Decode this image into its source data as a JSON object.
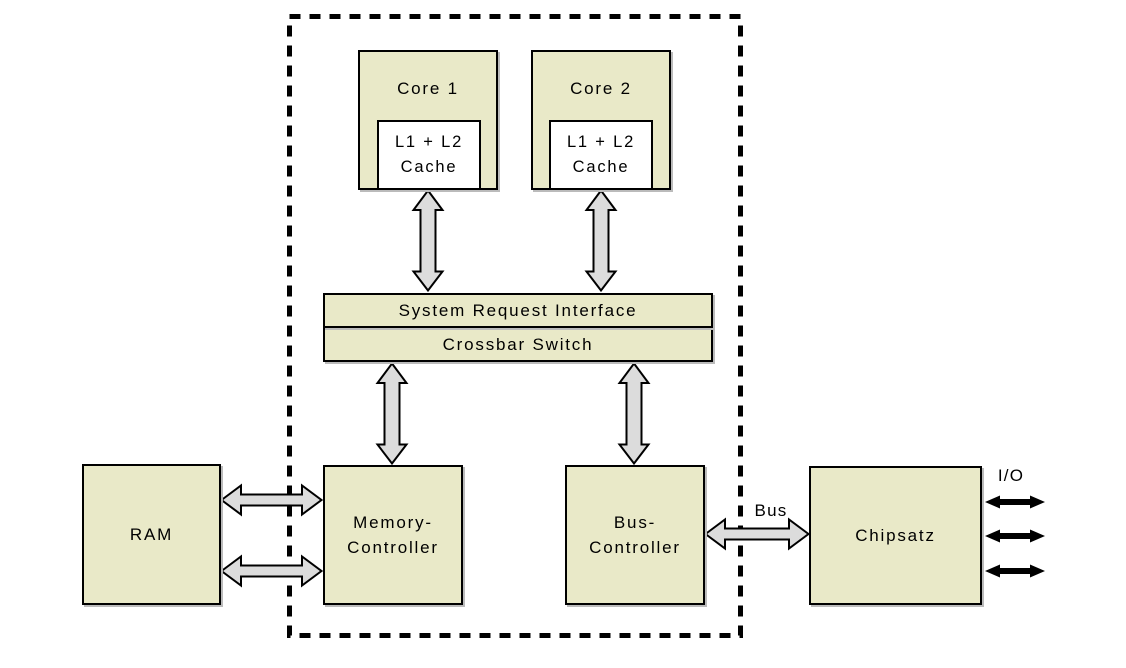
{
  "colors": {
    "background": "#ffffff",
    "box_fill": "#e9e9c8",
    "cache_fill": "#ffffff",
    "arrow_fill": "#dcdcdc",
    "outline": "#000000",
    "shadow": "#bbbbbb"
  },
  "nodes": {
    "core1": {
      "label": "Core 1",
      "cache_line1": "L1 + L2",
      "cache_line2": "Cache"
    },
    "core2": {
      "label": "Core 2",
      "cache_line1": "L1 + L2",
      "cache_line2": "Cache"
    },
    "system_request_interface": {
      "label": "System Request Interface"
    },
    "crossbar_switch": {
      "label": "Crossbar Switch"
    },
    "ram": {
      "label": "RAM"
    },
    "memory_controller": {
      "label_line1": "Memory-",
      "label_line2": "Controller"
    },
    "bus_controller": {
      "label_line1": "Bus-",
      "label_line2": "Controller"
    },
    "chipset": {
      "label": "Chipsatz"
    }
  },
  "labels": {
    "bus": "Bus",
    "io": "I/O"
  }
}
